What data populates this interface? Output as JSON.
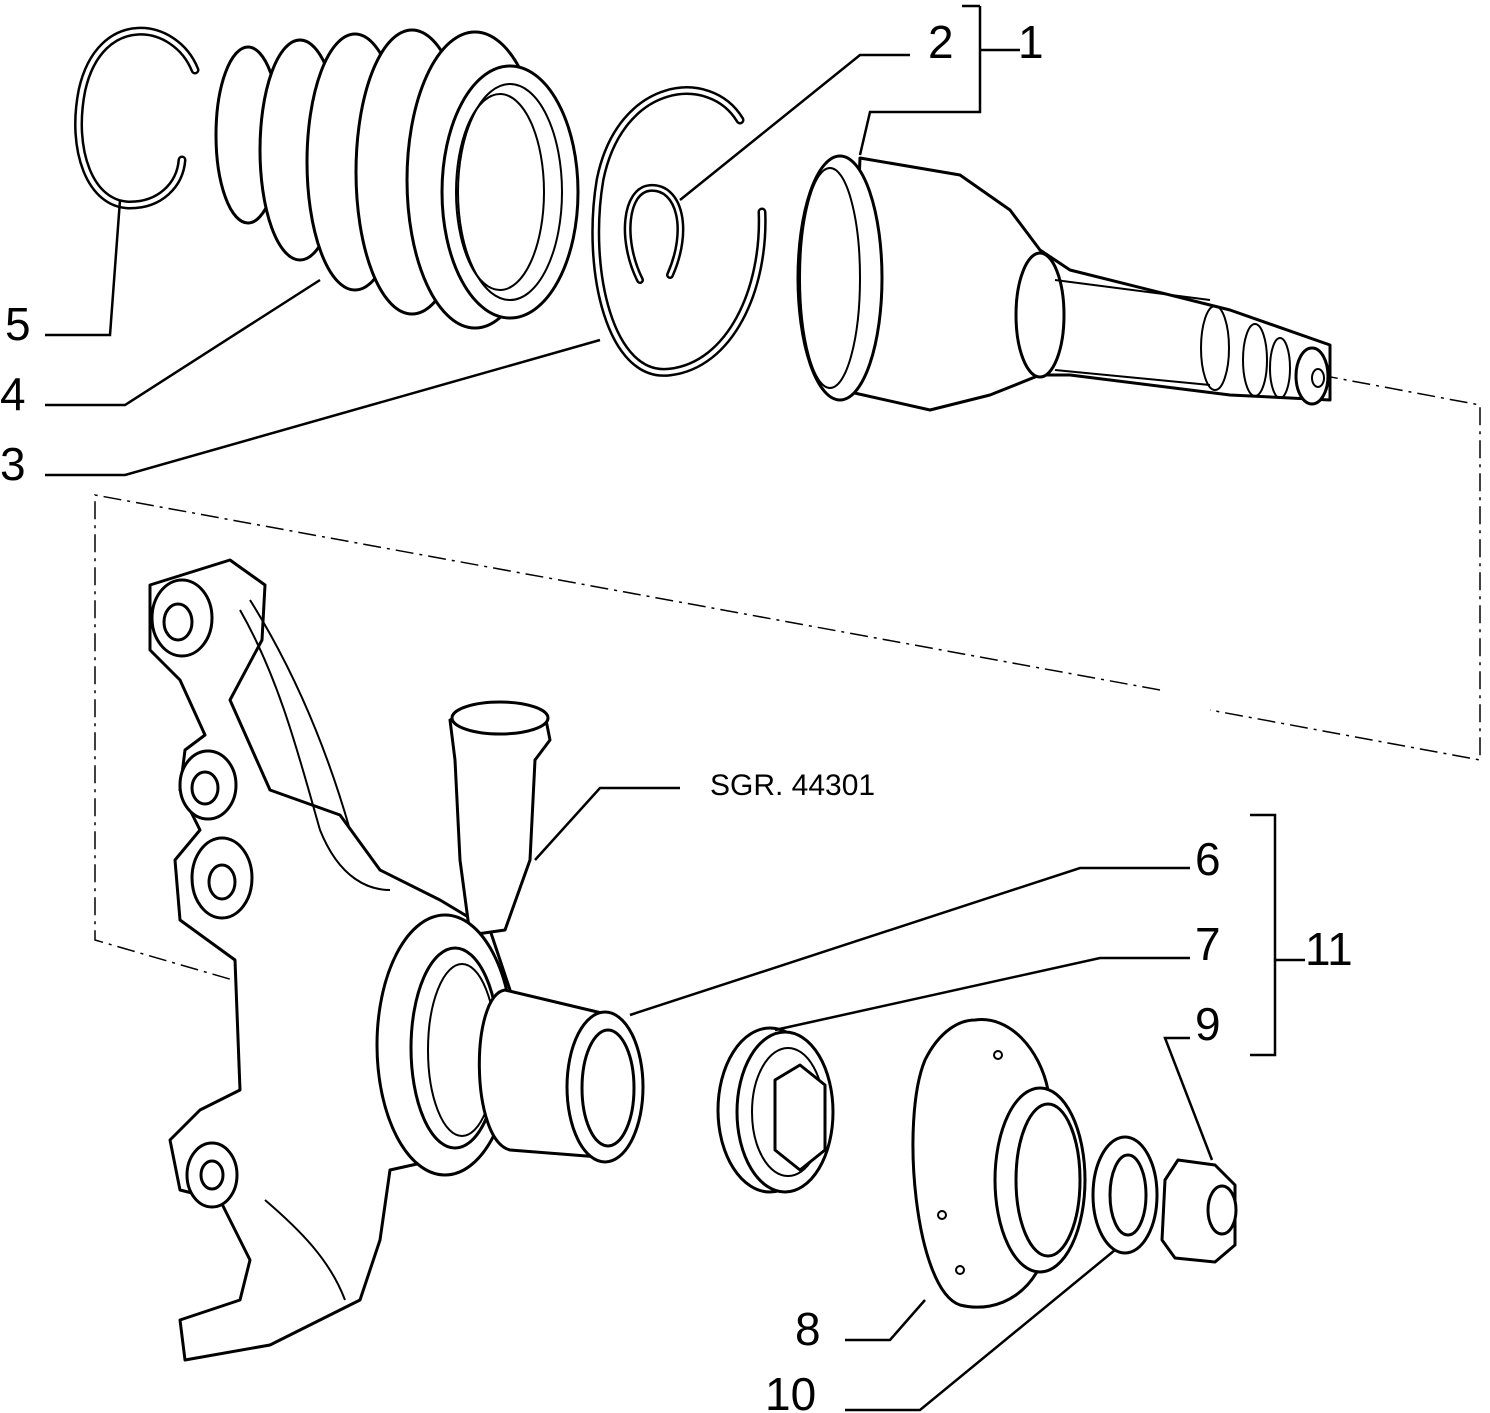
{
  "callouts": [
    "1",
    "2",
    "3",
    "4",
    "5",
    "6",
    "7",
    "8",
    "9",
    "10",
    "11"
  ],
  "reference": "SGR. 44301"
}
